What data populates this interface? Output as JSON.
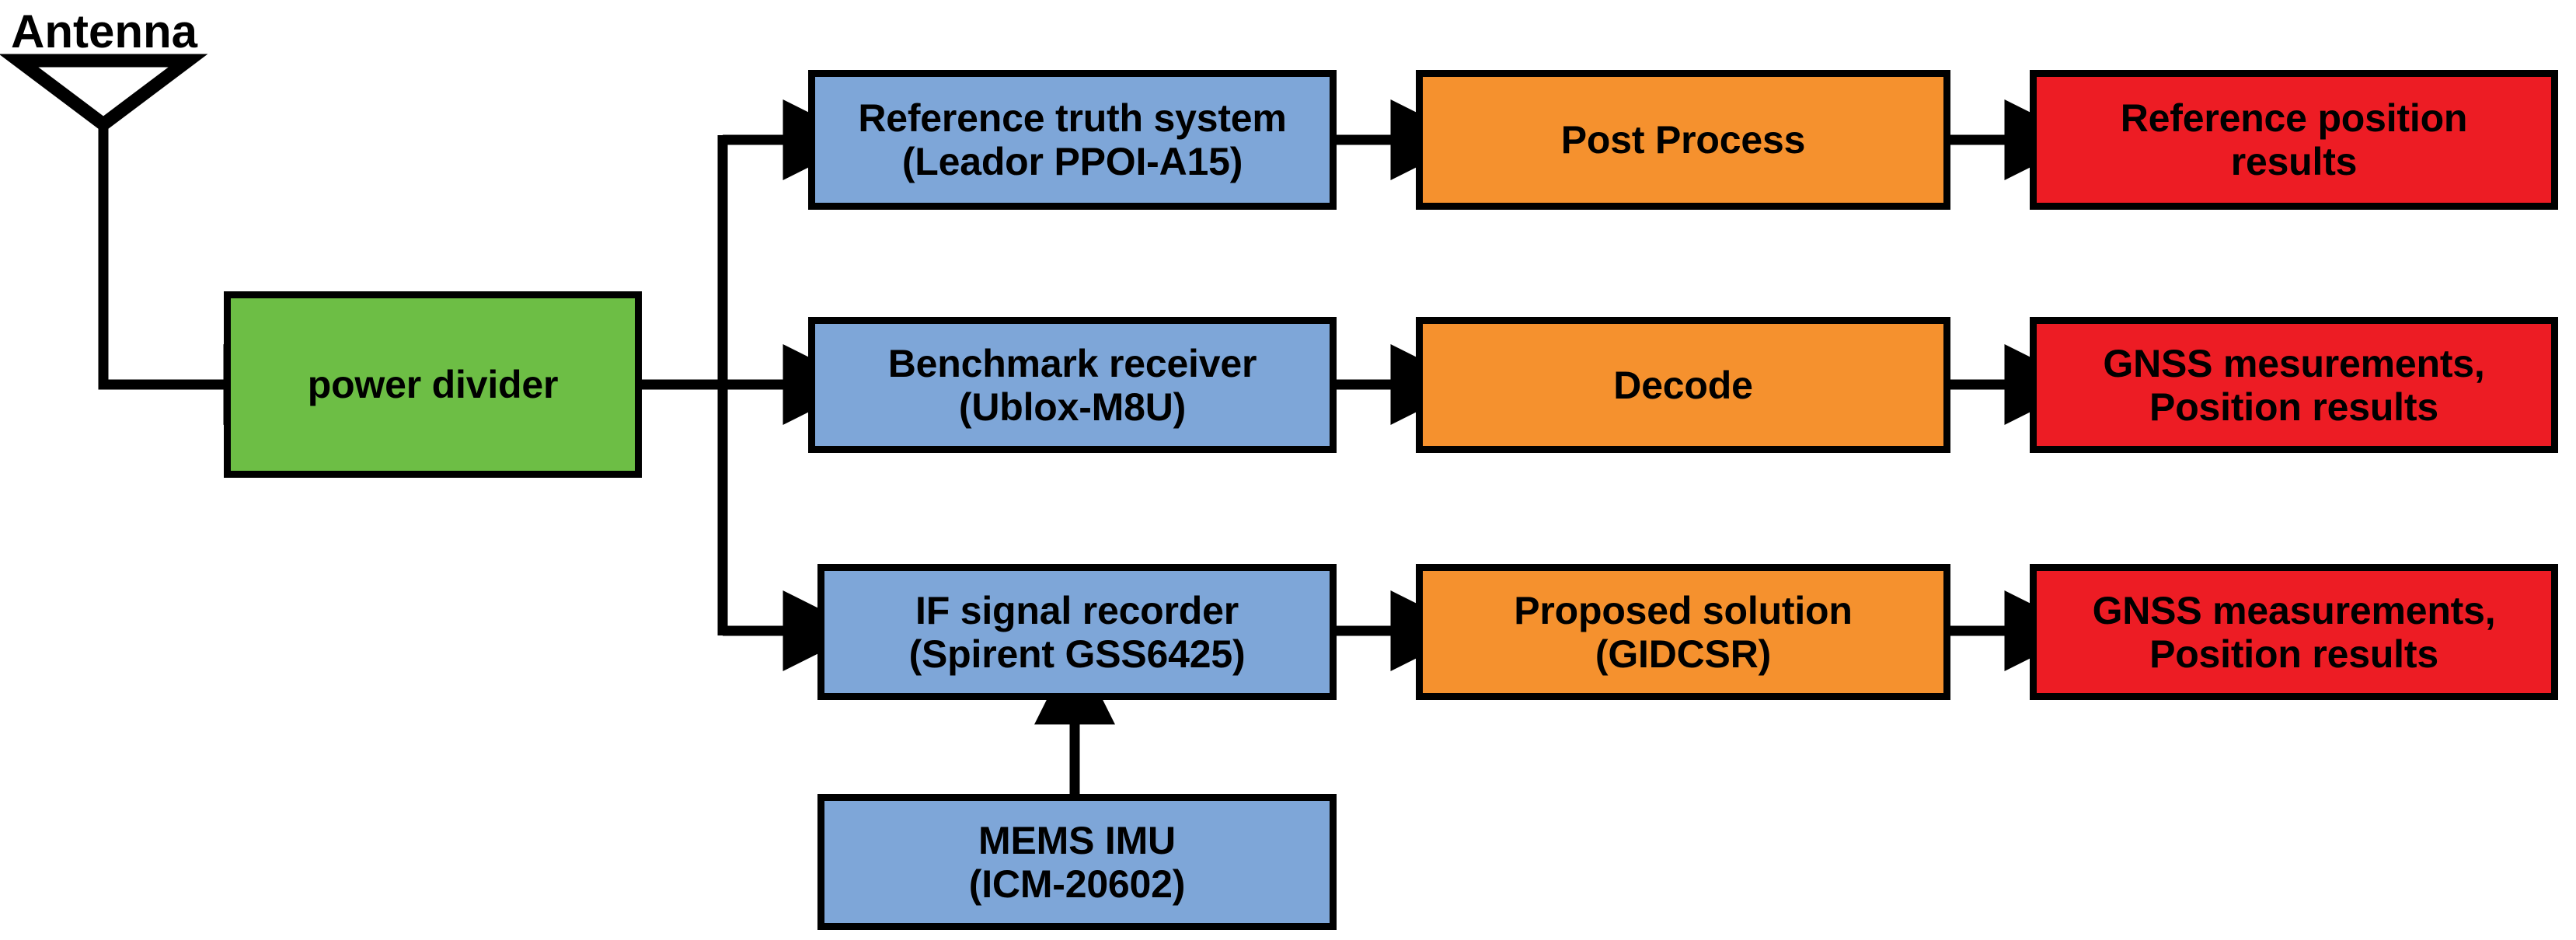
{
  "diagram": {
    "title": "GNSS experiment hardware and processing block diagram",
    "type": "flowchart",
    "background": "#FFFFFF",
    "colors": {
      "sensor_blue": "#7EA6D8",
      "process_orange": "#F5912E",
      "result_red": "#ED1C24",
      "source_green": "#6DBE45",
      "stroke_black": "#000000"
    }
  },
  "antenna": {
    "label": "Antenna",
    "shape": "inverted-triangle"
  },
  "source": {
    "label": "power divider"
  },
  "rows": [
    {
      "sensor": "Reference truth system\n(Leador PPOI-A15)",
      "process": "Post Process",
      "result": "Reference position\nresults"
    },
    {
      "sensor": "Benchmark receiver\n(Ublox-M8U)",
      "process": "Decode",
      "result": "GNSS mesurements,\nPosition results"
    },
    {
      "sensor": "IF signal recorder\n(Spirent GSS6425)",
      "process": "Proposed solution\n(GIDCSR)",
      "result": "GNSS measurements,\nPosition results"
    }
  ],
  "imu": {
    "label": "MEMS IMU\n(ICM-20602)"
  }
}
